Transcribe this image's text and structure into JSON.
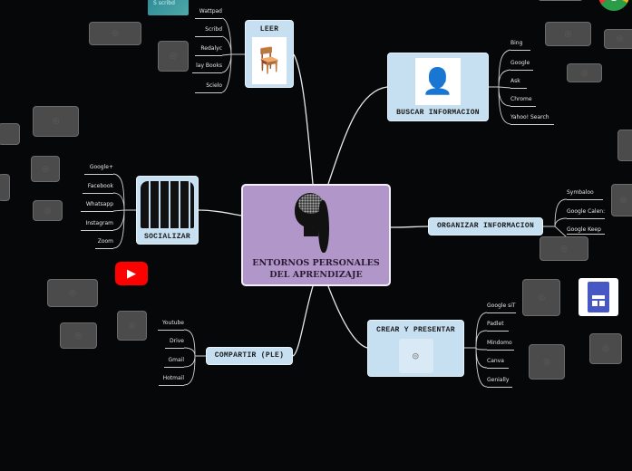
{
  "central": {
    "title_line1": "ENTORNOS PERSONALES",
    "title_line2": "DEL APRENDIZAJE",
    "icon": "woman-brain-silhouette-icon"
  },
  "colors": {
    "background": "#060709",
    "central": "#b196c9",
    "branch": "#c6e0f2",
    "placeholder": "#4b4b4b",
    "youtube": "#ff0000",
    "google_sites": "#4758c4"
  },
  "branches": {
    "leer": {
      "label": "LEER",
      "icon": "woman-reading-silhouette-icon",
      "leaves": [
        "Wattpad",
        "Scribd",
        "Redalyc",
        "lay Books",
        "Scielo"
      ]
    },
    "buscar": {
      "label": "BUSCAR INFORMACION",
      "icon": "woman-laptop-silhouette-icon",
      "leaves": [
        "Bing",
        "Google",
        "Ask",
        "Chrome",
        "Yahoo! Search"
      ]
    },
    "socializar": {
      "label": "SOCIALIZAR",
      "icon": "group-silhouette-icon",
      "leaves": [
        "Google+",
        "Facebook",
        "Whatsapp",
        "Instagram",
        "Zoom"
      ]
    },
    "organizar": {
      "label": "ORGANIZAR INFORMACION",
      "leaves": [
        "Symbaloo",
        "Google Calen:",
        "Google Keep"
      ]
    },
    "crear": {
      "label": "CREAR Y PRESENTAR",
      "icon": "camera-icon",
      "leaves": [
        "Google siT",
        "Padlet",
        "Mindomo",
        "Canva",
        "Genially"
      ]
    },
    "compartir": {
      "label": "COMPARTIR (PLE)",
      "leaves": [
        "Youtube",
        "Drive",
        "Gmail",
        "Hotmail"
      ]
    }
  },
  "images": {
    "scribd_thumb_text": "S scribd"
  }
}
